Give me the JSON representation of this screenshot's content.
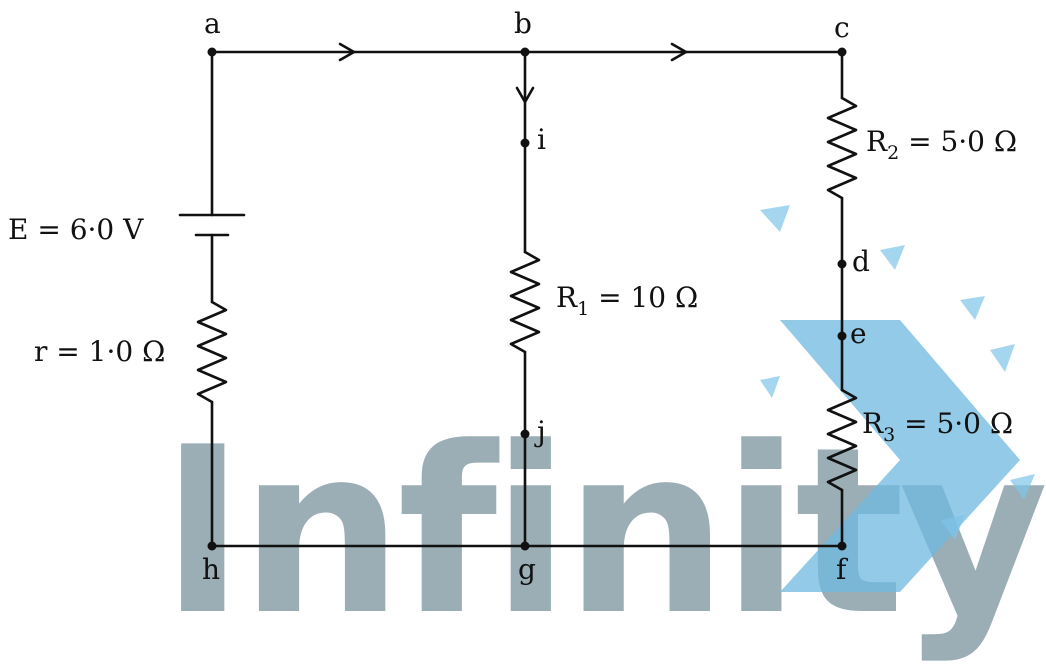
{
  "circuit": {
    "nodes": {
      "a": "a",
      "b": "b",
      "c": "c",
      "d": "d",
      "e": "e",
      "f": "f",
      "g": "g",
      "h": "h",
      "i": "i",
      "j": "j"
    },
    "emf": {
      "text": "E = 6·0 V"
    },
    "internal_resistance": {
      "text": "r = 1·0 Ω"
    },
    "r1": {
      "symbol": "R",
      "sub": "1",
      "value": " = 10 Ω"
    },
    "r2": {
      "symbol": "R",
      "sub": "2",
      "value": " = 5·0 Ω"
    },
    "r3": {
      "symbol": "R",
      "sub": "3",
      "value": " = 5·0 Ω"
    }
  },
  "watermark": {
    "text": "Infinity",
    "colors": {
      "text": "#8aa0aa",
      "chevron": "#6fb8e0"
    }
  }
}
